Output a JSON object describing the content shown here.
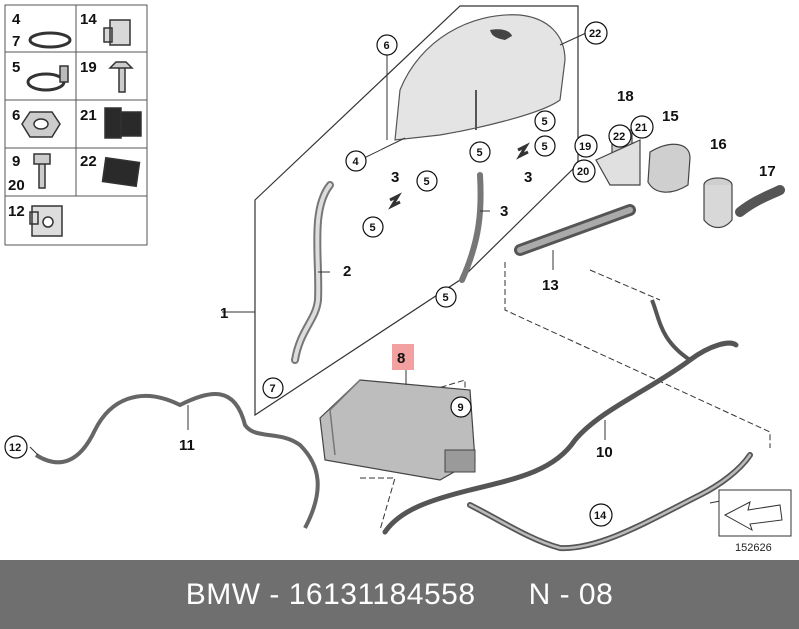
{
  "footer": {
    "brand": "BMW",
    "sep1": " - ",
    "part_number": "16131184558",
    "gap": "      ",
    "position": "N - 08"
  },
  "legend_table": {
    "cells": [
      {
        "labels": [
          "4",
          "7"
        ],
        "part": "hose-clamp"
      },
      {
        "labels": [
          "14"
        ],
        "part": "clip"
      },
      {
        "labels": [
          "5"
        ],
        "part": "clamp-with-tab"
      },
      {
        "labels": [
          "19"
        ],
        "part": "screw"
      },
      {
        "labels": [
          "6"
        ],
        "part": "hex-nut"
      },
      {
        "labels": [
          "21"
        ],
        "part": "rubber-mount"
      },
      {
        "labels": [
          "9",
          "20"
        ],
        "part": "bolt"
      },
      {
        "labels": [
          "22"
        ],
        "part": "pad"
      },
      {
        "labels": [
          "12"
        ],
        "part": "clip-nut"
      }
    ]
  },
  "callouts": {
    "plain": [
      "1",
      "2",
      "3",
      "3",
      "3",
      "8",
      "10",
      "11",
      "13",
      "15",
      "16",
      "17",
      "18"
    ],
    "circled": [
      "4",
      "5",
      "5",
      "5",
      "5",
      "5",
      "5",
      "6",
      "7",
      "9",
      "12",
      "14",
      "19",
      "20",
      "21",
      "22",
      "22"
    ]
  },
  "highlighted_part": "8",
  "reference_number": "152626"
}
